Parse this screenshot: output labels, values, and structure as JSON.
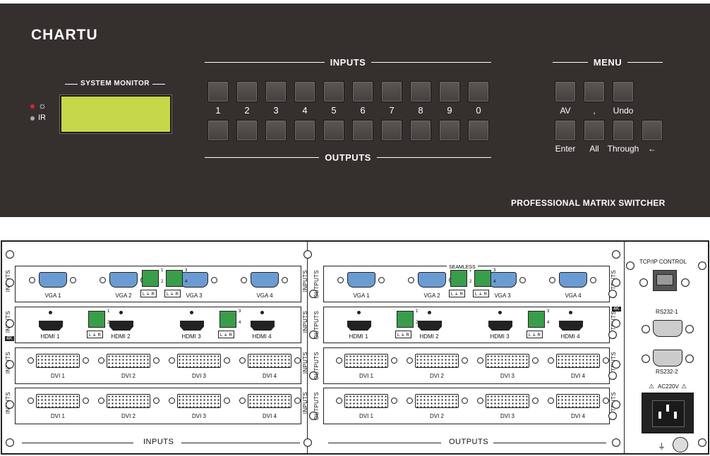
{
  "front": {
    "brand": "CHARTU",
    "system_monitor_label": "SYSTEM MONITOR",
    "ir_label": "IR",
    "inputs_label": "INPUTS",
    "outputs_label": "OUTPUTS",
    "menu_label": "MENU",
    "keypad_numbers": [
      "1",
      "2",
      "3",
      "4",
      "5",
      "6",
      "7",
      "8",
      "9",
      "0"
    ],
    "menu_row1": [
      "AV",
      ",",
      "Undo"
    ],
    "menu_row2": [
      "Enter",
      "All",
      "Through",
      "←"
    ],
    "footer": "PROFESSIONAL MATRIX SWITCHER",
    "colors": {
      "panel": "#35302e",
      "lcd": "#c5d84a",
      "power_led": "#e02020"
    }
  },
  "back": {
    "tcpip_label": "TCP/IP  CONTROL",
    "rs232_1": "RS232-1",
    "rs232_2": "RS232-2",
    "ac_label": "AC220V",
    "inputs_footer": "INPUTS",
    "outputs_footer": "OUTPUTS",
    "seamless_label": "SEAMLESS",
    "badge_4k": "4K",
    "side_inputs": "INPUTS",
    "side_outputs": "OUTPUTS",
    "audio_lr": "L ⏚ R",
    "term_nums": [
      "1",
      "2",
      "3",
      "4"
    ],
    "vga_labels": [
      "VGA 1",
      "VGA 2",
      "VGA 3",
      "VGA 4"
    ],
    "hdmi_labels": [
      "HDMI 1",
      "HDMI 2",
      "HDMI 3",
      "HDMI 4"
    ],
    "dvi_labels": [
      "DVI 1",
      "DVI 2",
      "DVI 3",
      "DVI 4"
    ]
  }
}
